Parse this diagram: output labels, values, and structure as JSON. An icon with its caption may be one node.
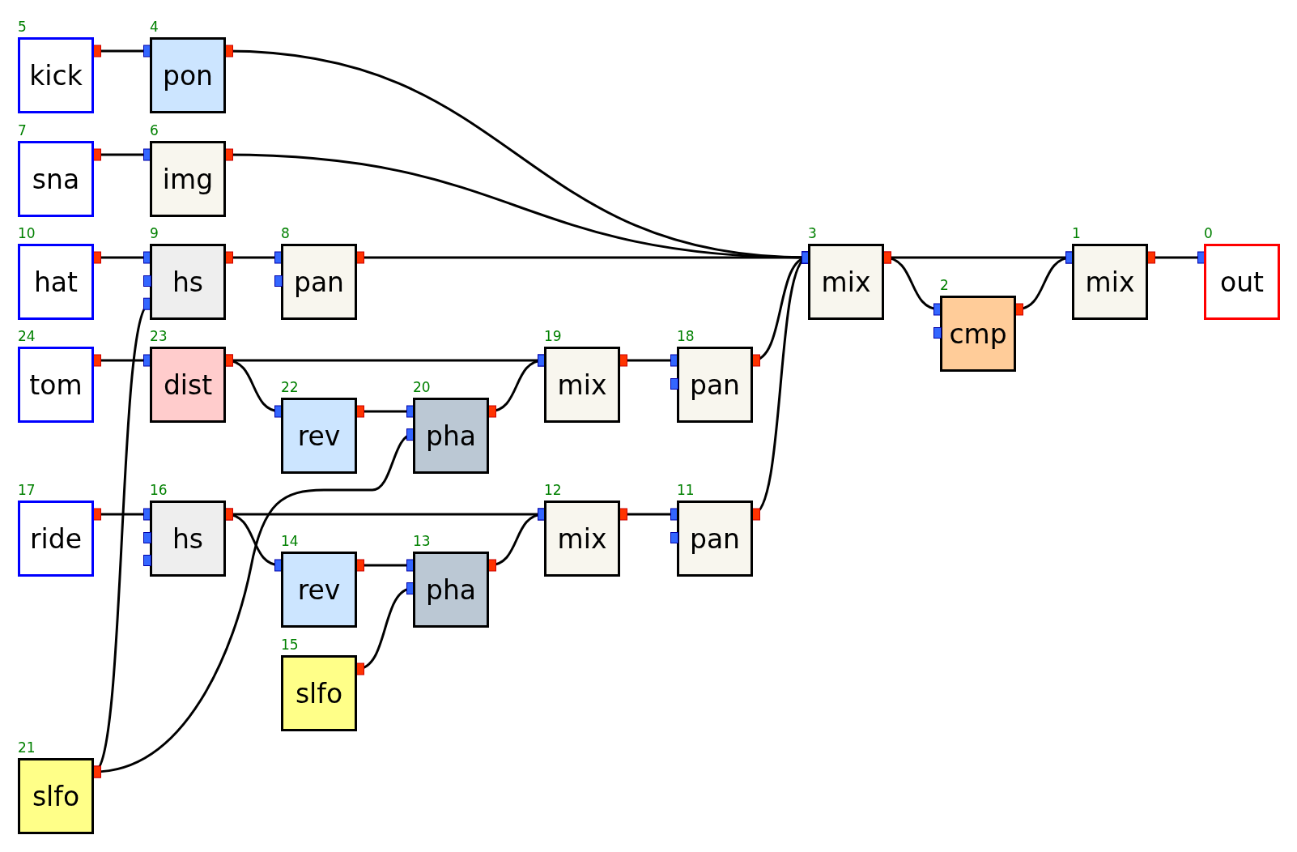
{
  "diagram": {
    "nodes": [
      {
        "text": [
          "kick"
        ],
        "beside": [
          "5"
        ]
      },
      {
        "text": [
          "pon"
        ],
        "beside": [
          "4"
        ]
      },
      {
        "text": [
          "sna"
        ],
        "beside": [
          "7"
        ]
      },
      {
        "text": [
          "img"
        ],
        "beside": [
          "6"
        ]
      },
      {
        "text": [
          "hat"
        ],
        "beside": [
          "10"
        ]
      },
      {
        "text": [
          "hs"
        ],
        "beside": [
          "9"
        ]
      },
      {
        "text": [
          "pan"
        ],
        "beside": [
          "8"
        ]
      },
      {
        "text": [
          "mix"
        ],
        "beside": [
          "3"
        ]
      },
      {
        "text": [
          "mix"
        ],
        "beside": [
          "1"
        ]
      },
      {
        "text": [
          "out"
        ],
        "beside": [
          "0"
        ]
      },
      {
        "text": [
          "cmp"
        ],
        "beside": [
          "2"
        ]
      },
      {
        "text": [
          "tom"
        ],
        "beside": [
          "24"
        ]
      },
      {
        "text": [
          "dist"
        ],
        "beside": [
          "23"
        ]
      },
      {
        "text": [
          "mix"
        ],
        "beside": [
          "19"
        ]
      },
      {
        "text": [
          "pan"
        ],
        "beside": [
          "18"
        ]
      },
      {
        "text": [
          "rev"
        ],
        "beside": [
          "22"
        ]
      },
      {
        "text": [
          "pha"
        ],
        "beside": [
          "20"
        ]
      },
      {
        "text": [
          "ride"
        ],
        "beside": [
          "17"
        ]
      },
      {
        "text": [
          "hs"
        ],
        "beside": [
          "16"
        ]
      },
      {
        "text": [
          "mix"
        ],
        "beside": [
          "12"
        ]
      },
      {
        "text": [
          "pan"
        ],
        "beside": [
          "11"
        ]
      },
      {
        "text": [
          "rev"
        ],
        "beside": [
          "14"
        ]
      },
      {
        "text": [
          "pha"
        ],
        "beside": [
          "13"
        ]
      },
      {
        "text": [
          "slfo"
        ],
        "beside": [
          "15"
        ]
      },
      {
        "text": [
          "slfo"
        ],
        "beside": [
          "21"
        ]
      }
    ],
    "edges": [
      {
        "from": 0,
        "to": 1,
        "arrow": "other"
      },
      {
        "from": 2,
        "to": 3,
        "arrow": "other"
      },
      {
        "from": 4,
        "to": 5,
        "arrow": "other"
      },
      {
        "from": 5,
        "to": 6,
        "arrow": "other"
      },
      {
        "from": 1,
        "to": 7,
        "arrow": "other"
      },
      {
        "from": 3,
        "to": 7,
        "arrow": "other"
      },
      {
        "from": 6,
        "to": 7,
        "arrow": "other"
      },
      {
        "from": 14,
        "to": 7,
        "arrow": "other"
      },
      {
        "from": 20,
        "to": 7,
        "arrow": "other"
      },
      {
        "from": 7,
        "to": 8,
        "arrow": "other"
      },
      {
        "from": 7,
        "to": 10,
        "arrow": "other"
      },
      {
        "from": 10,
        "to": 8,
        "arrow": "other"
      },
      {
        "from": 8,
        "to": 9,
        "arrow": "other"
      },
      {
        "from": 11,
        "to": 12,
        "arrow": "other"
      },
      {
        "from": 12,
        "to": 13,
        "arrow": "other"
      },
      {
        "from": 12,
        "to": 15,
        "arrow": "other"
      },
      {
        "from": 15,
        "to": 16,
        "arrow": "other"
      },
      {
        "from": 24,
        "to": 16,
        "arrow": "other"
      },
      {
        "from": 24,
        "to": 5,
        "arrow": "other"
      },
      {
        "from": 16,
        "to": 13,
        "arrow": "other"
      },
      {
        "from": 13,
        "to": 14,
        "arrow": "other"
      },
      {
        "from": 17,
        "to": 18,
        "arrow": "other"
      },
      {
        "from": 18,
        "to": 19,
        "arrow": "other"
      },
      {
        "from": 18,
        "to": 21,
        "arrow": "other"
      },
      {
        "from": 21,
        "to": 22,
        "arrow": "other"
      },
      {
        "from": 23,
        "to": 22,
        "arrow": "other"
      },
      {
        "from": 22,
        "to": 19,
        "arrow": "other"
      },
      {
        "from": 19,
        "to": 20,
        "arrow": "other"
      }
    ]
  }
}
